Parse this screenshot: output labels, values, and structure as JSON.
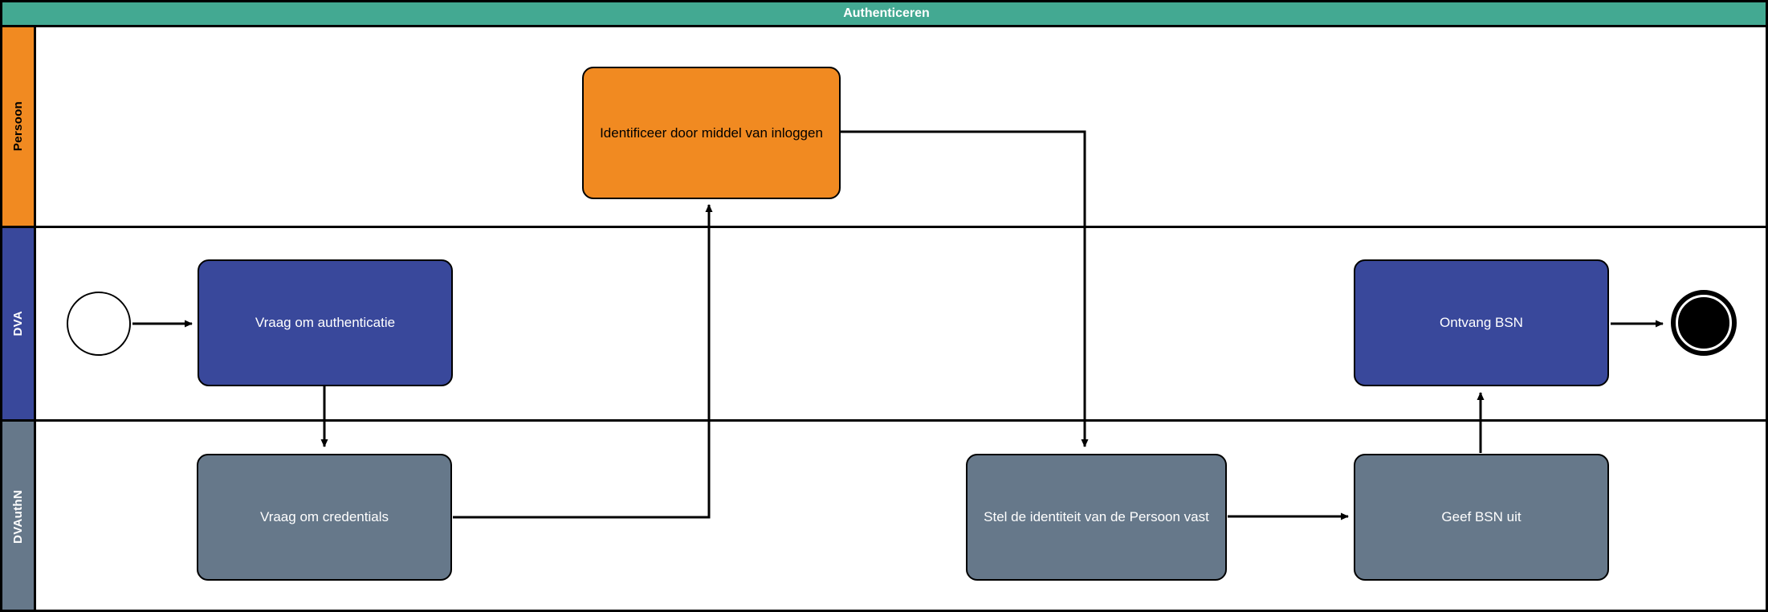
{
  "pool": {
    "title": "Authenticeren",
    "header_color": "#43A992",
    "header_text_color": "#FFFFFF"
  },
  "lanes": [
    {
      "id": "persoon",
      "label": "Persoon",
      "color": "#F18A21",
      "label_text_color": "#000000"
    },
    {
      "id": "dva",
      "label": "DVA",
      "color": "#39489B",
      "label_text_color": "#FFFFFF"
    },
    {
      "id": "dvauthn",
      "label": "DVAuthN",
      "color": "#66788A",
      "label_text_color": "#FFFFFF"
    }
  ],
  "nodes": {
    "start_event": {
      "type": "start-event",
      "lane": "dva"
    },
    "vraag_authenticatie": {
      "type": "task",
      "lane": "dva",
      "label": "Vraag om authenticatie",
      "fill": "#39489B",
      "text_color": "#FFFFFF"
    },
    "vraag_credentials": {
      "type": "task",
      "lane": "dvauthn",
      "label": "Vraag om credentials",
      "fill": "#66788A",
      "text_color": "#FFFFFF"
    },
    "identificeer": {
      "type": "task",
      "lane": "persoon",
      "label": "Identificeer door middel van inloggen",
      "fill": "#F18A21",
      "text_color": "#000000"
    },
    "stel_identiteit": {
      "type": "task",
      "lane": "dvauthn",
      "label": "Stel de identiteit van de Persoon vast",
      "fill": "#66788A",
      "text_color": "#FFFFFF"
    },
    "geef_bsn_uit": {
      "type": "task",
      "lane": "dvauthn",
      "label": "Geef BSN uit",
      "fill": "#66788A",
      "text_color": "#FFFFFF"
    },
    "ontvang_bsn": {
      "type": "task",
      "lane": "dva",
      "label": "Ontvang BSN",
      "fill": "#39489B",
      "text_color": "#FFFFFF"
    },
    "end_event": {
      "type": "end-event",
      "lane": "dva"
    }
  },
  "flows": [
    {
      "from": "start_event",
      "to": "vraag_authenticatie"
    },
    {
      "from": "vraag_authenticatie",
      "to": "vraag_credentials"
    },
    {
      "from": "vraag_credentials",
      "to": "identificeer"
    },
    {
      "from": "identificeer",
      "to": "stel_identiteit"
    },
    {
      "from": "stel_identiteit",
      "to": "geef_bsn_uit"
    },
    {
      "from": "geef_bsn_uit",
      "to": "ontvang_bsn"
    },
    {
      "from": "ontvang_bsn",
      "to": "end_event"
    }
  ]
}
